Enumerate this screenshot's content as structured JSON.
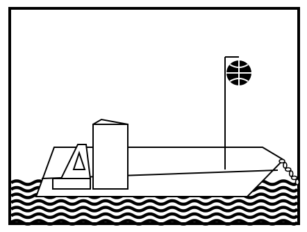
{
  "diagram": {
    "icon_names": [
      "vessel-hull",
      "superstructure",
      "mast-line",
      "ball-shape",
      "anchor-chain",
      "sea-waves"
    ],
    "colors": {
      "ink": "#000000",
      "paper": "#ffffff"
    }
  }
}
